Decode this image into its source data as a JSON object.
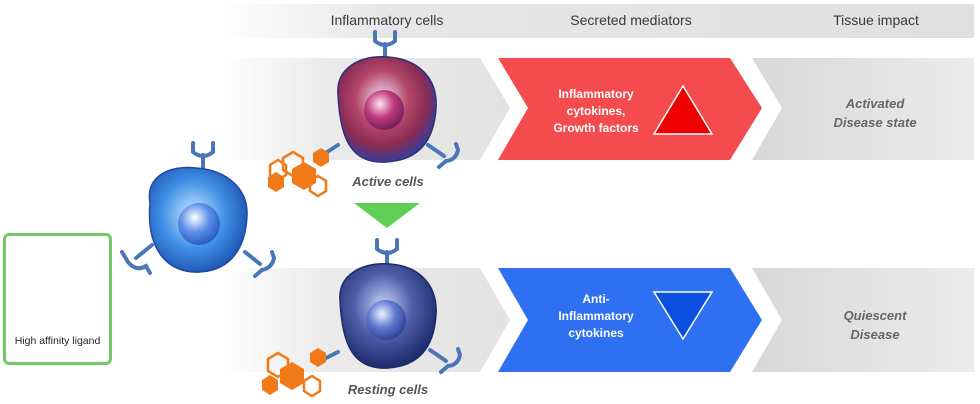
{
  "headers": {
    "inflammatory_cells": "Inflammatory cells",
    "secreted_mediators": "Secreted mediators",
    "tissue_impact": "Tissue impact"
  },
  "active_row": {
    "cell_caption": "Active cells",
    "mediator_line1": "Inflammatory",
    "mediator_line2": "cytokines,",
    "mediator_line3": "Growth factors",
    "mediator_color": "#f44b4f",
    "triangle_color": "#ee0000",
    "impact_line1": "Activated",
    "impact_line2": "Disease state"
  },
  "resting_row": {
    "cell_caption": "Resting cells",
    "mediator_line1": "Anti-",
    "mediator_line2": "Inflammatory",
    "mediator_line3": "cytokines",
    "mediator_color": "#2f6ff2",
    "triangle_color": "#0b4fe0",
    "impact_line1": "Quiescent",
    "impact_line2": "Disease"
  },
  "ligand": {
    "label": "High affinity ligand",
    "color": "#f07a1a"
  },
  "colors": {
    "receptor": "#4a76b8",
    "transition_arrow": "#5fce55",
    "box_border": "#72c96a"
  }
}
